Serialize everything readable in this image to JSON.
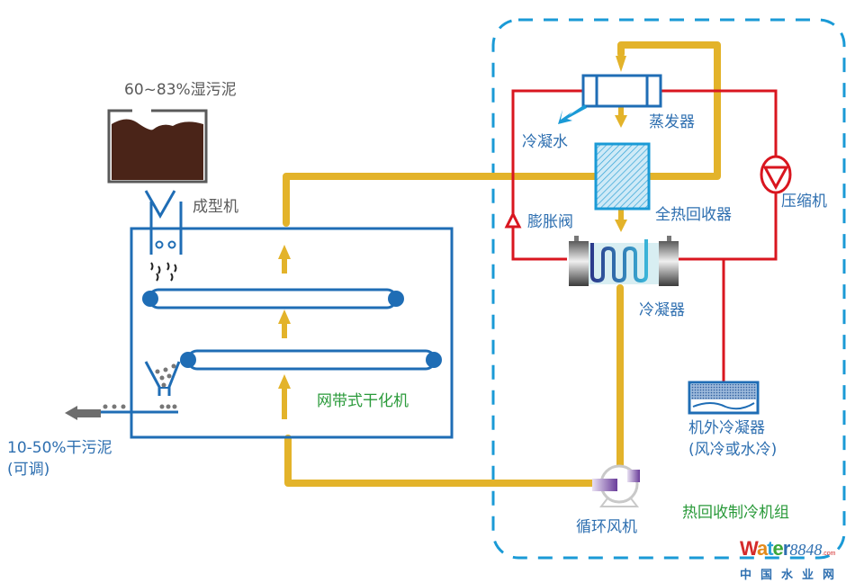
{
  "labels": {
    "wet_sludge": "60~83%湿污泥",
    "forming_machine": "成型机",
    "dryer": "网带式干化机",
    "dry_sludge_line1": "10-50%干污泥",
    "dry_sludge_line2": "(可调)",
    "condensate_water": "冷凝水",
    "evaporator": "蒸发器",
    "heat_recovery": "全热回收器",
    "expansion_valve": "膨胀阀",
    "compressor": "压缩机",
    "condenser": "冷凝器",
    "external_condenser_line1": "机外冷凝器",
    "external_condenser_line2": "(风冷或水冷)",
    "fan": "循环风机",
    "chiller_unit": "热回收制冷机组"
  },
  "logo": {
    "brand_w": "W",
    "brand_a": "a",
    "brand_t": "t",
    "brand_e": "e",
    "brand_r": "r",
    "brand_num": "8848",
    "brand_com": ".com",
    "brand_cn": "中国水业网"
  },
  "colors": {
    "air_duct": "#e3b32a",
    "refrigerant": "#d9161f",
    "equipment_blue": "#1f6db5",
    "unit_boundary": "#1a9ad6",
    "sludge": "#4a2418"
  }
}
